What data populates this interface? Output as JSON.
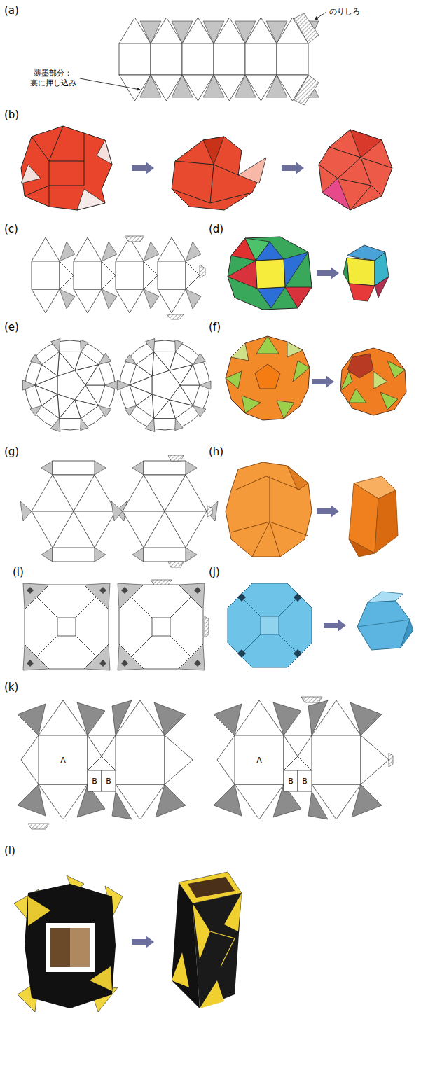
{
  "diagram": {
    "labels": [
      "(a)",
      "のりしろ",
      "薄墨部分： 裏に押し込み",
      "(b)",
      "(c)",
      "(d)",
      "(e)",
      "(f)",
      "(g)",
      "(h)",
      "(i)",
      "(j)",
      "(k)",
      "A",
      "B",
      "B",
      "A",
      "B",
      "B",
      "(l)"
    ]
  }
}
